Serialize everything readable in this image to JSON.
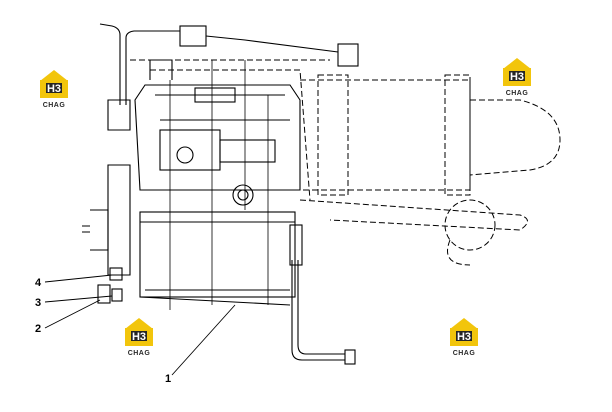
{
  "diagram": {
    "callouts": [
      {
        "id": "4",
        "label": "4"
      },
      {
        "id": "3",
        "label": "3"
      },
      {
        "id": "2",
        "label": "2"
      },
      {
        "id": "1",
        "label": "1"
      }
    ]
  },
  "watermark": {
    "main": "H3",
    "sub": "CHAG",
    "color": "#f2c200"
  }
}
